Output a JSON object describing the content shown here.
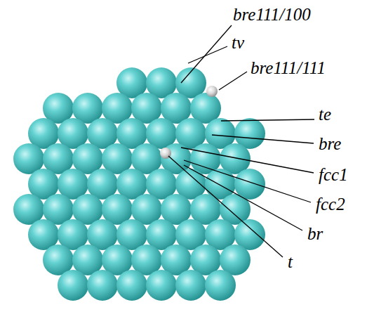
{
  "diagram": {
    "labels": [
      "bre111/100",
      "tv",
      "bre111/111",
      "te",
      "bre",
      "fcc1",
      "fcc2",
      "br",
      "t"
    ]
  }
}
